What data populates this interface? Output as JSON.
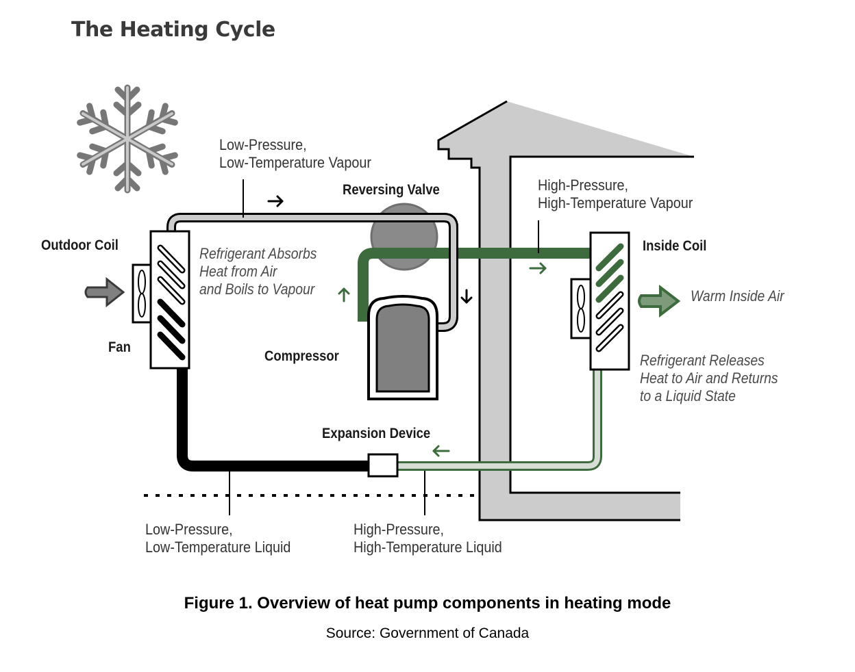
{
  "header": {
    "title": "The Heating Cycle"
  },
  "diagram": {
    "components": {
      "outdoor_coil": "Outdoor Coil",
      "fan": "Fan",
      "reversing_valve": "Reversing Valve",
      "compressor": "Compressor",
      "expansion_device": "Expansion Device",
      "inside_coil": "Inside Coil"
    },
    "states": {
      "low_vapour": [
        "Low-Pressure,",
        "Low-Temperature Vapour"
      ],
      "high_vapour": [
        "High-Pressure,",
        "High-Temperature Vapour"
      ],
      "low_liquid": [
        "Low-Pressure,",
        "Low-Temperature Liquid"
      ],
      "high_liquid": [
        "High-Pressure,",
        "High-Temperature Liquid"
      ]
    },
    "notes": {
      "absorbs": [
        "Refrigerant Absorbs",
        "Heat from Air",
        "and Boils to Vapour"
      ],
      "warm_air": "Warm Inside Air",
      "releases": [
        "Refrigerant Releases",
        "Heat to Air and Returns",
        "to a Liquid State"
      ]
    },
    "icons": [
      "snowflake-icon",
      "fan-icon",
      "air-in-arrow-icon",
      "warm-air-arrow-icon",
      "flow-arrow-icon"
    ],
    "colors": {
      "green": "#3d6b3d",
      "green_light": "#d6ddd4",
      "grey_fill": "#cccccc",
      "valve_grey": "#8a8a8a",
      "compressor_grey": "#808080",
      "black": "#000000"
    }
  },
  "caption": {
    "figure": "Figure 1. Overview of heat pump components in heating mode",
    "source": "Source: Government of Canada"
  }
}
